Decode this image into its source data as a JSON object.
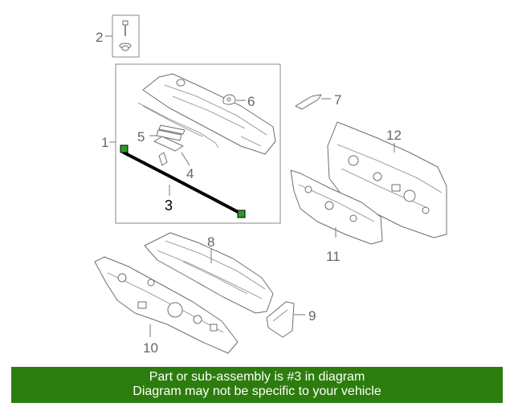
{
  "callouts": {
    "c1": "1",
    "c2": "2",
    "c3": "3",
    "c4": "4",
    "c5": "5",
    "c6": "6",
    "c7": "7",
    "c8": "8",
    "c9": "9",
    "c10": "10",
    "c11": "11",
    "c12": "12"
  },
  "banner": {
    "line1": "Part or sub-assembly is #3 in diagram",
    "line2": "Diagram may not be specific to your vehicle"
  },
  "colors": {
    "banner_bg": "#2d7d0e",
    "highlight_part": "#2d9a2d"
  }
}
